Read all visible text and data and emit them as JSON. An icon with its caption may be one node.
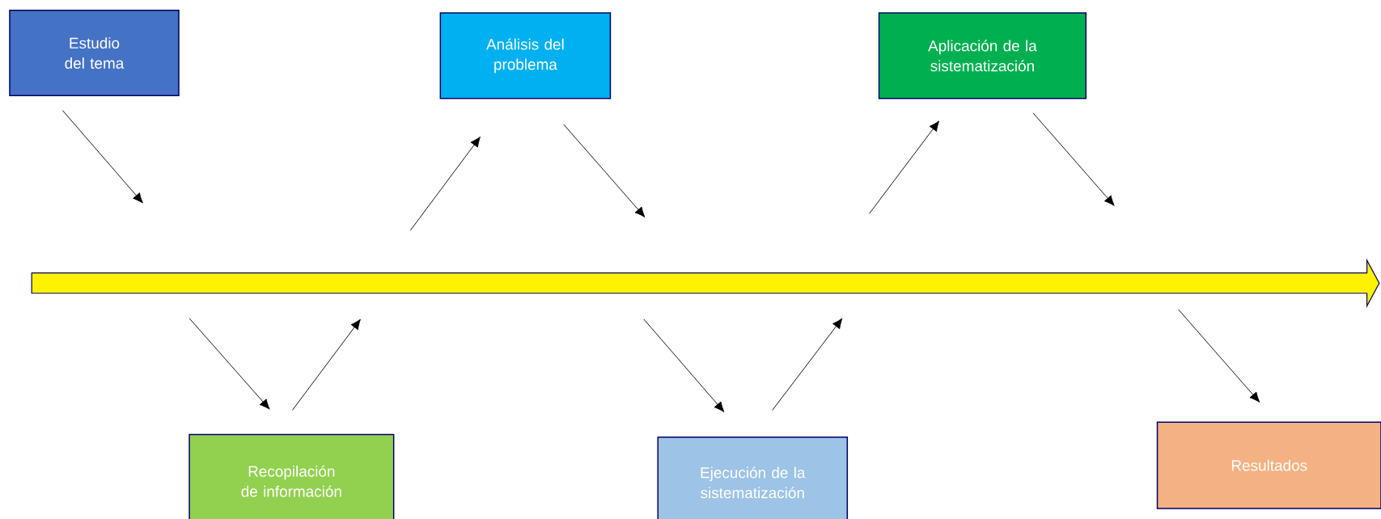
{
  "diagram": {
    "nodes": [
      {
        "text": [
          "Estudio del tema"
        ]
      },
      {
        "text": [
          "Análisis del problema"
        ]
      },
      {
        "text": [
          "Aplicación de la sistematización"
        ]
      },
      {
        "text": [],
        "shape": "arrow"
      },
      {
        "text": [
          "Recopilación de información"
        ]
      },
      {
        "text": [
          "Ejecución de la sistematización"
        ]
      },
      {
        "text": [
          "Resultados"
        ]
      }
    ],
    "edges": [
      {
        "from": 0,
        "to": 3,
        "arrow": "to"
      },
      {
        "from": 3,
        "to": 4,
        "arrow": "to"
      },
      {
        "from": 4,
        "to": 3,
        "arrow": "to"
      },
      {
        "from": 3,
        "to": 1,
        "arrow": "to"
      },
      {
        "from": 1,
        "to": 3,
        "arrow": "to"
      },
      {
        "from": 3,
        "to": 5,
        "arrow": "to"
      },
      {
        "from": 5,
        "to": 3,
        "arrow": "to"
      },
      {
        "from": 3,
        "to": 2,
        "arrow": "to"
      },
      {
        "from": 2,
        "to": 3,
        "arrow": "to"
      },
      {
        "from": 3,
        "to": 6,
        "arrow": "to"
      }
    ]
  }
}
